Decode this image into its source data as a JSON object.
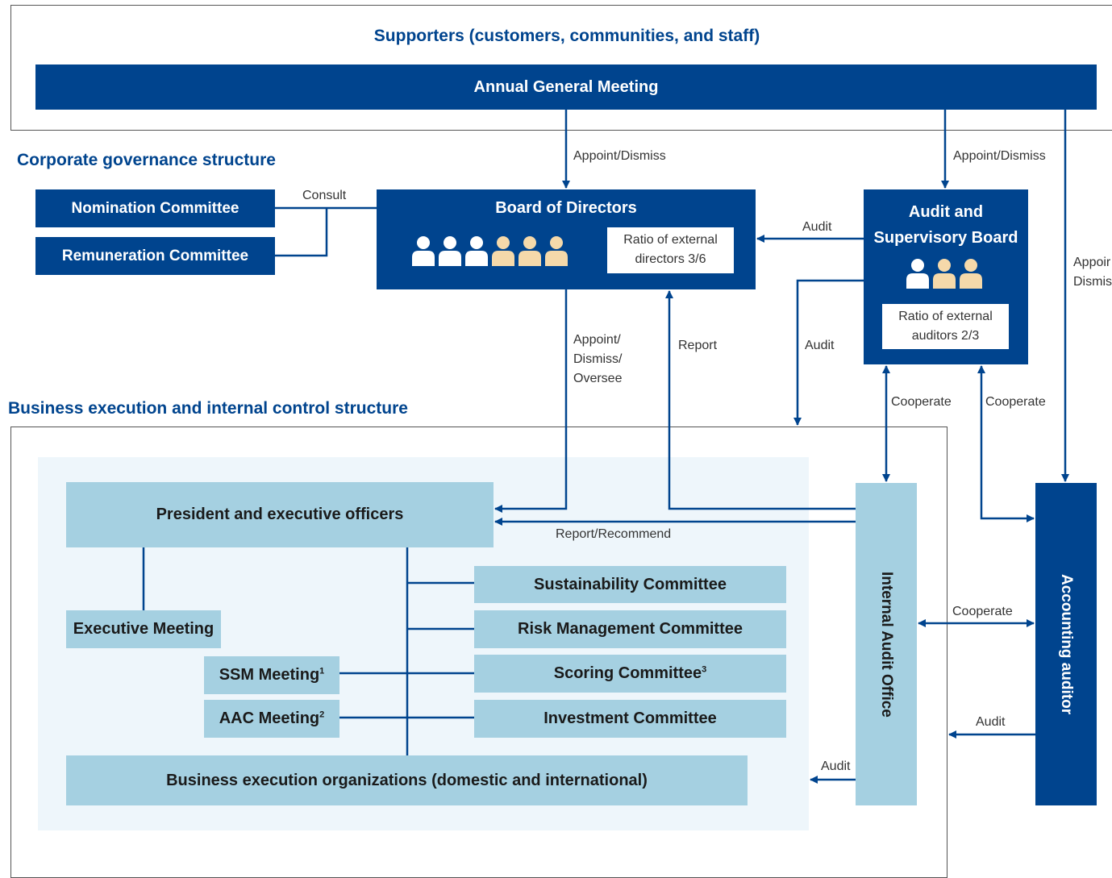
{
  "supporters_title": "Supporters (customers, communities, and staff)",
  "agm": "Annual General Meeting",
  "governance_title": "Corporate governance structure",
  "business_title": "Business execution and internal control structure",
  "nomination_committee": "Nomination Committee",
  "remuneration_committee": "Remuneration Committee",
  "board": {
    "title": "Board of Directors",
    "ratio_line1": "Ratio of external",
    "ratio_line2": "directors 3/6",
    "internal_count": 3,
    "external_count": 3
  },
  "audit_board": {
    "title_line1": "Audit and",
    "title_line2": "Supervisory Board",
    "ratio_line1": "Ratio of external",
    "ratio_line2": "auditors 2/3",
    "internal_count": 1,
    "external_count": 2
  },
  "labels": {
    "consult": "Consult",
    "appoint_dismiss": "Appoint/Dismiss",
    "appoint_dismiss_right1": "Appoir",
    "appoint_dismiss_right2": "Dismis",
    "audit": "Audit",
    "report": "Report",
    "appoint_oversee_1": "Appoint/",
    "appoint_oversee_2": "Dismiss/",
    "appoint_oversee_3": "Oversee",
    "cooperate": "Cooperate",
    "report_recommend": "Report/Recommend"
  },
  "president": "President and executive officers",
  "executive_meeting": "Executive Meeting",
  "ssm_meeting": "SSM Meeting",
  "ssm_note": "1",
  "aac_meeting": "AAC Meeting",
  "aac_note": "2",
  "committees": {
    "sustainability": "Sustainability Committee",
    "risk": "Risk Management Committee",
    "scoring": "Scoring Committee",
    "scoring_note": "3",
    "investment": "Investment Committee"
  },
  "business_orgs": "Business execution organizations (domestic and international)",
  "internal_audit": "Internal Audit Office",
  "accounting_auditor": "Accounting auditor",
  "colors": {
    "navy": "#00448e",
    "light_blue": "#a5d0e1",
    "panel": "#eef6fb",
    "person_white": "#ffffff",
    "person_beige": "#f5d9aa"
  }
}
